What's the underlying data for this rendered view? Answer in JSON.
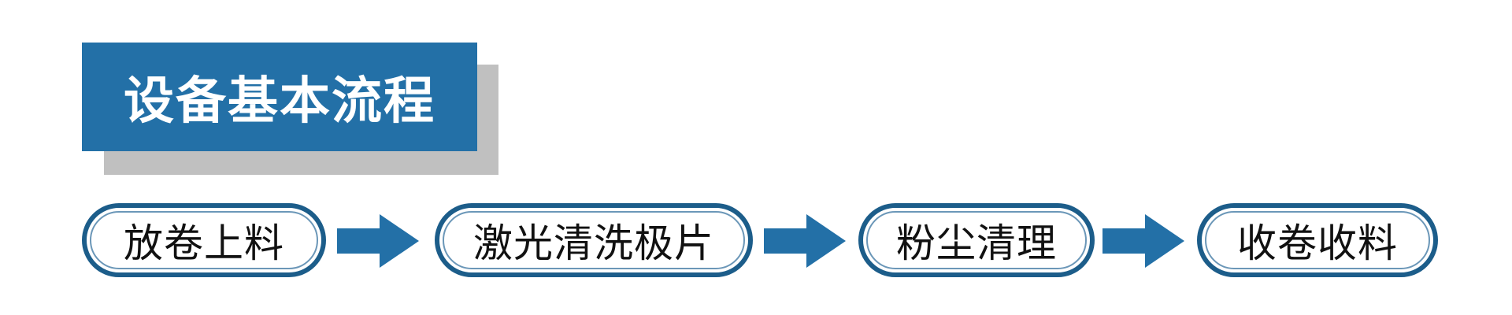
{
  "title": "设备基本流程",
  "colors": {
    "title_bg": "#2370a7",
    "title_shadow": "#c0c0c0",
    "step_border": "#1c5d8a",
    "arrow": "#2370a7"
  },
  "steps": [
    {
      "label": "放卷上料"
    },
    {
      "label": "激光清洗极片"
    },
    {
      "label": "粉尘清理"
    },
    {
      "label": "收卷收料"
    }
  ],
  "connectors": [
    {
      "from": 0,
      "to": 1,
      "icon": "right-arrow-icon"
    },
    {
      "from": 1,
      "to": 2,
      "icon": "right-arrow-icon"
    },
    {
      "from": 2,
      "to": 3,
      "icon": "right-arrow-icon"
    }
  ]
}
